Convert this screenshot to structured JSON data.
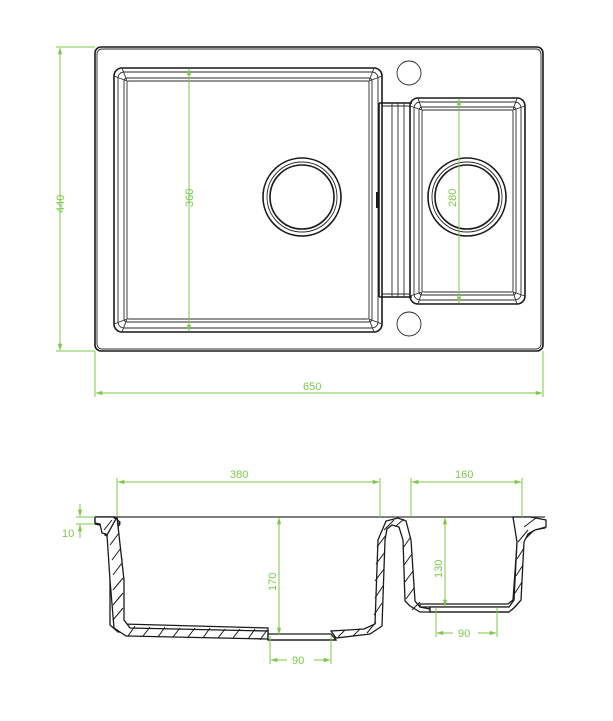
{
  "drawing": {
    "title": "Double bowl kitchen sink technical drawing",
    "units": "mm",
    "colors": {
      "outline": "#1a1a1a",
      "dimension": "#7cc84a",
      "background": "#ffffff"
    }
  },
  "top_view": {
    "overall_width_label": "650",
    "overall_depth_label": "440",
    "main_bowl_depth_label": "360",
    "small_bowl_depth_label": "280",
    "tap_holes": 2,
    "drains": 2
  },
  "section_view": {
    "main_bowl_width_label": "380",
    "small_bowl_width_label": "160",
    "rim_thickness_label": "10",
    "main_bowl_depth_label": "170",
    "small_bowl_depth_label": "130",
    "main_drain_width_label": "90",
    "small_drain_width_label": "90"
  }
}
